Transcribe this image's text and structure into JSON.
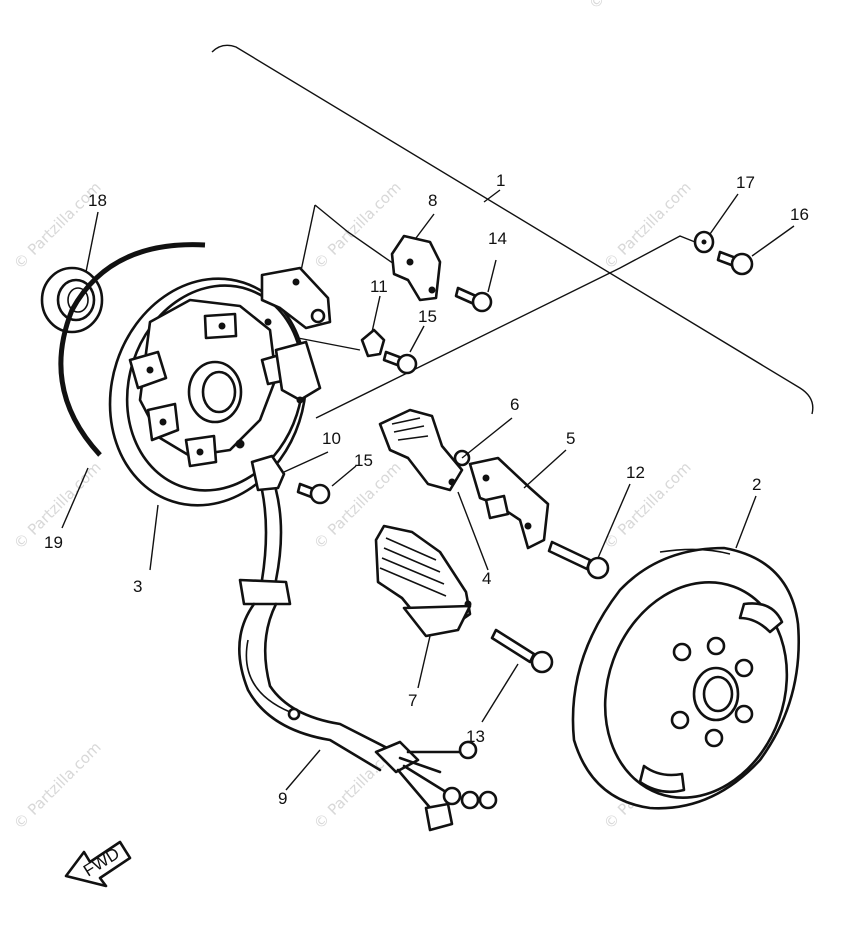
{
  "watermark": {
    "text": "© Partzilla.com"
  },
  "fwd_label": "FWD",
  "callouts": {
    "c1": "1",
    "c2": "2",
    "c3": "3",
    "c4": "4",
    "c5": "5",
    "c6": "6",
    "c7": "7",
    "c8": "8",
    "c9": "9",
    "c10": "10",
    "c11": "11",
    "c12": "12",
    "c13": "13",
    "c14": "14",
    "c15a": "15",
    "c15b": "15",
    "c16": "16",
    "c17": "17",
    "c18": "18",
    "c19": "19"
  }
}
